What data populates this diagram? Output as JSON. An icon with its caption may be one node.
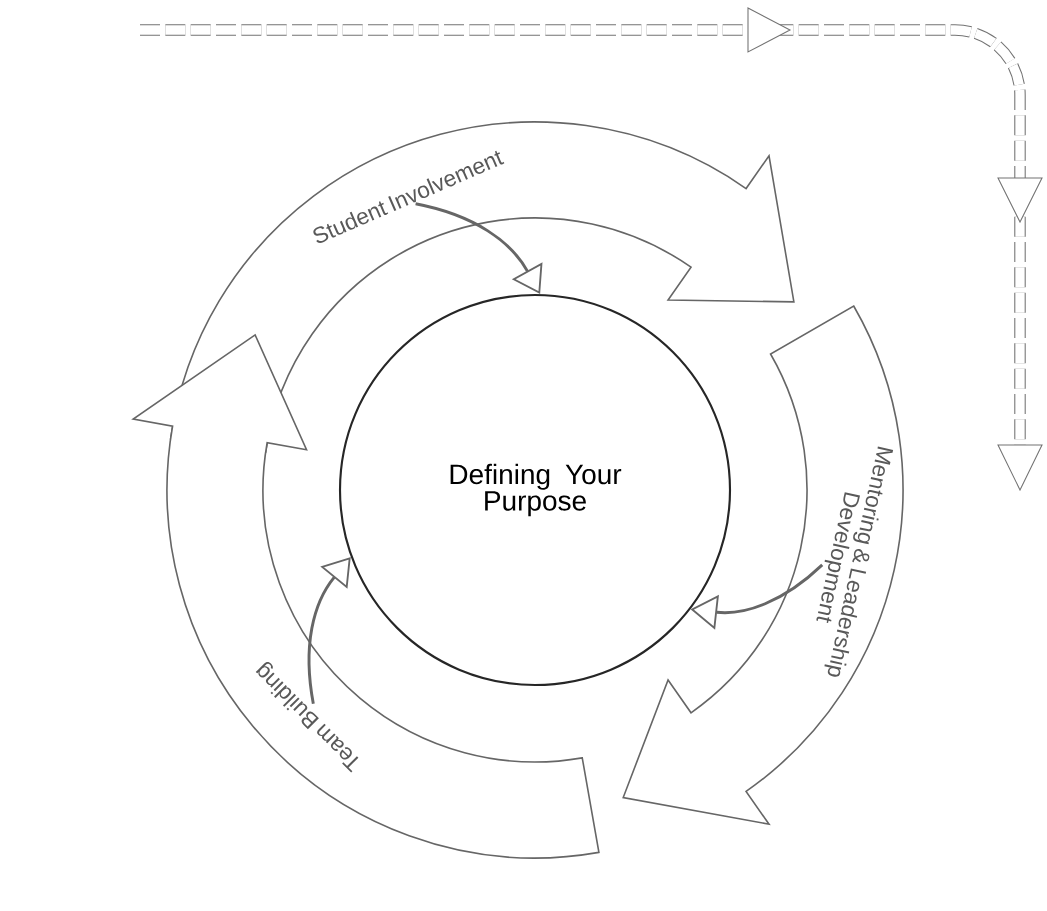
{
  "diagram": {
    "nodes": [
      {
        "text": [
          "Defining Your Purpose"
        ]
      },
      {
        "text": [
          "Student Involvement"
        ]
      },
      {
        "text": [
          "Mentoring & Leadership Development"
        ]
      },
      {
        "text": [
          "Team Building"
        ]
      }
    ],
    "edges": [
      {
        "from": 1,
        "to": 0,
        "arrow": "to"
      },
      {
        "from": 2,
        "to": 0,
        "arrow": "to"
      },
      {
        "from": 3,
        "to": 0,
        "arrow": "to"
      }
    ]
  }
}
